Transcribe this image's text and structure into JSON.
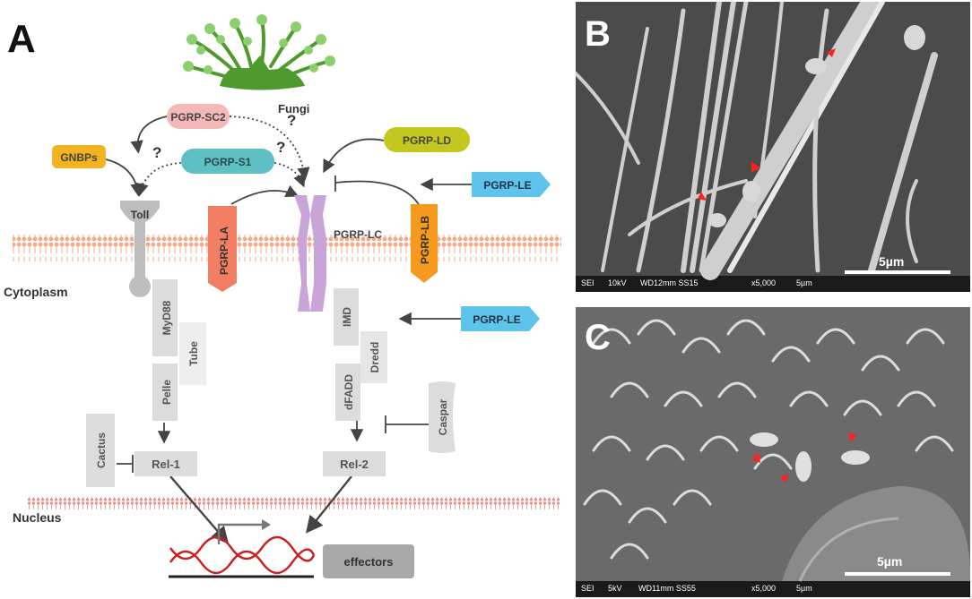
{
  "panel_a": {
    "label": "A",
    "pathogen": "Fungi",
    "regions": {
      "cytoplasm": "Cytoplasm",
      "nucleus": "Nucleus"
    },
    "question_mark": "?",
    "receptors": {
      "pgrp_sc2": "PGRP-SC2",
      "gnbps": "GNBPs",
      "pgrp_s1": "PGRP-S1",
      "pgrp_ld": "PGRP-LD",
      "pgrp_le_top": "PGRP-LE",
      "pgrp_le_mid": "PGRP-LE",
      "toll": "Toll",
      "pgrp_la": "PGRP-LA",
      "pgrp_lc": "PGRP-LC",
      "pgrp_lb": "PGRP-LB"
    },
    "toll_pathway": {
      "myd88": "MyD88",
      "tube": "Tube",
      "pelle": "Pelle",
      "cactus": "Cactus",
      "rel1": "Rel-1"
    },
    "imd_pathway": {
      "imd": "IMD",
      "dredd": "Dredd",
      "dfadd": "dFADD",
      "caspar": "Caspar",
      "rel2": "Rel-2"
    },
    "output": "effectors",
    "colors": {
      "membrane": "#f4a98a",
      "nucleus_membrane": "#e98e88",
      "grey_box": "#dcdcdc",
      "pgrp_sc2": "#f4b8b8",
      "gnbps": "#f3b21f",
      "pgrp_s1": "#5ec0c4",
      "pgrp_ld": "#c4c81e",
      "pgrp_le": "#5ec4ec",
      "pgrp_la": "#f27f63",
      "pgrp_lb": "#f59a1e",
      "pgrp_lc": "#c9a4d8",
      "fungi": "#4e9a2c",
      "spore": "#8ccf6e",
      "dna": "#cc1f1f"
    }
  },
  "panel_b": {
    "label": "B",
    "info": [
      "SEI",
      "10kV",
      "WD12mm SS15",
      "x5,000",
      "5µm"
    ],
    "scale_label": "5µm"
  },
  "panel_c": {
    "label": "C",
    "info": [
      "SEI",
      "5kV",
      "WD11mm SS55",
      "x5,000",
      "5µm"
    ],
    "scale_label": "5µm"
  }
}
